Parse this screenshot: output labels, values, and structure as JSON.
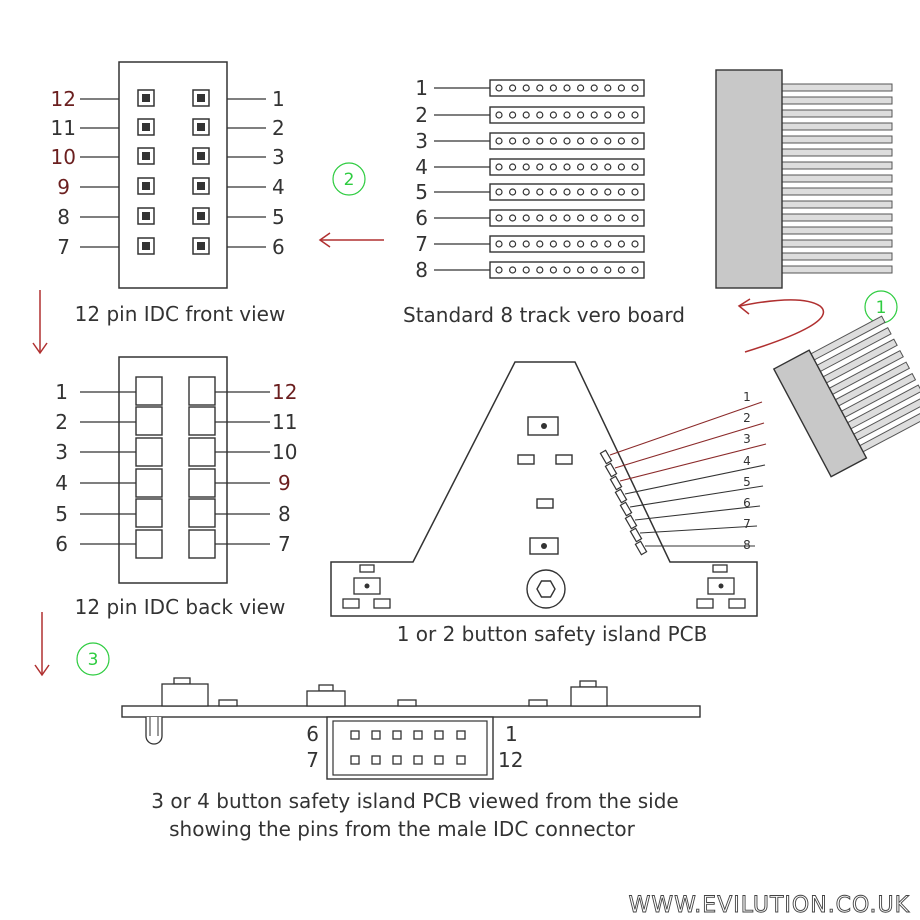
{
  "front_view": {
    "caption": "12 pin IDC front view",
    "left_pins": [
      "12",
      "11",
      "10",
      "9",
      "8",
      "7"
    ],
    "right_pins": [
      "1",
      "2",
      "3",
      "4",
      "5",
      "6"
    ]
  },
  "vero_board": {
    "caption": "Standard 8 track vero board",
    "tracks": [
      "1",
      "2",
      "3",
      "4",
      "5",
      "6",
      "7",
      "8"
    ]
  },
  "back_view": {
    "caption": "12 pin IDC back view",
    "left_pins": [
      "1",
      "2",
      "3",
      "4",
      "5",
      "6"
    ],
    "right_pins": [
      "12",
      "11",
      "10",
      "9",
      "8",
      "7"
    ]
  },
  "pcb_front": {
    "caption": "1 or 2 button safety island PCB",
    "wire_labels": [
      "1",
      "2",
      "3",
      "4",
      "5",
      "6",
      "7",
      "8"
    ]
  },
  "pcb_side": {
    "caption_line1": "3 or 4 button safety island PCB viewed from the side",
    "caption_line2": "showing the pins from the male IDC connector",
    "label_top_left": "6",
    "label_bottom_left": "7",
    "label_top_right": "1",
    "label_bottom_right": "12"
  },
  "steps": [
    "1",
    "2",
    "3"
  ],
  "watermark": "WWW.EVILUTION.CO.UK",
  "colors": {
    "arrow": "#b03030",
    "step_circle": "#2ecc40",
    "ribbon": "#c8c8c8",
    "outline": "#333333"
  }
}
